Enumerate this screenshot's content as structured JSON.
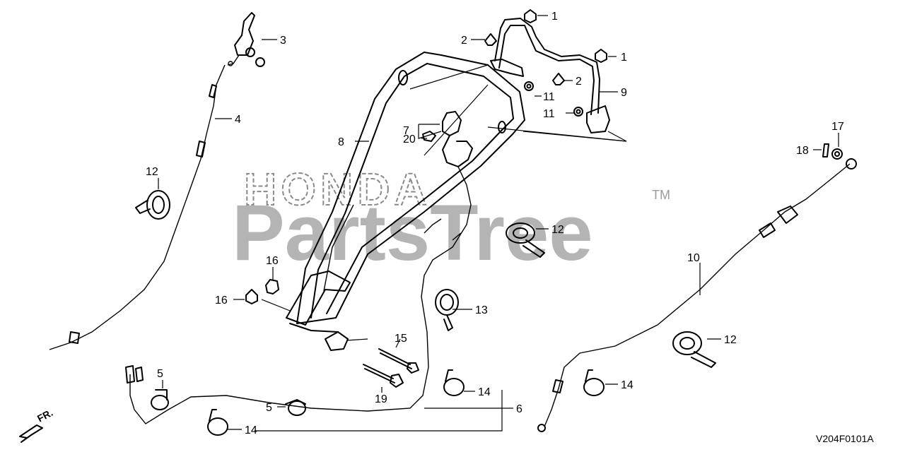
{
  "watermark": {
    "brand": "HONDA",
    "name": "PartsTree",
    "tm": "TM"
  },
  "figure_code": "V204F0101A",
  "direction_label": "FR.",
  "callouts": [
    {
      "id": "c1a",
      "label": "1"
    },
    {
      "id": "c1b",
      "label": "1"
    },
    {
      "id": "c2a",
      "label": "2"
    },
    {
      "id": "c2b",
      "label": "2"
    },
    {
      "id": "c3",
      "label": "3"
    },
    {
      "id": "c4",
      "label": "4"
    },
    {
      "id": "c5a",
      "label": "5"
    },
    {
      "id": "c5b",
      "label": "5"
    },
    {
      "id": "c6",
      "label": "6"
    },
    {
      "id": "c7",
      "label": "7"
    },
    {
      "id": "c8",
      "label": "8"
    },
    {
      "id": "c9",
      "label": "9"
    },
    {
      "id": "c10",
      "label": "10"
    },
    {
      "id": "c11a",
      "label": "11"
    },
    {
      "id": "c11b",
      "label": "11"
    },
    {
      "id": "c12a",
      "label": "12"
    },
    {
      "id": "c12b",
      "label": "12"
    },
    {
      "id": "c12c",
      "label": "12"
    },
    {
      "id": "c13",
      "label": "13"
    },
    {
      "id": "c14a",
      "label": "14"
    },
    {
      "id": "c14b",
      "label": "14"
    },
    {
      "id": "c14c",
      "label": "14"
    },
    {
      "id": "c15",
      "label": "15"
    },
    {
      "id": "c16a",
      "label": "16"
    },
    {
      "id": "c16b",
      "label": "16"
    },
    {
      "id": "c17",
      "label": "17"
    },
    {
      "id": "c18",
      "label": "18"
    },
    {
      "id": "c19",
      "label": "19"
    },
    {
      "id": "c20",
      "label": "20"
    }
  ]
}
